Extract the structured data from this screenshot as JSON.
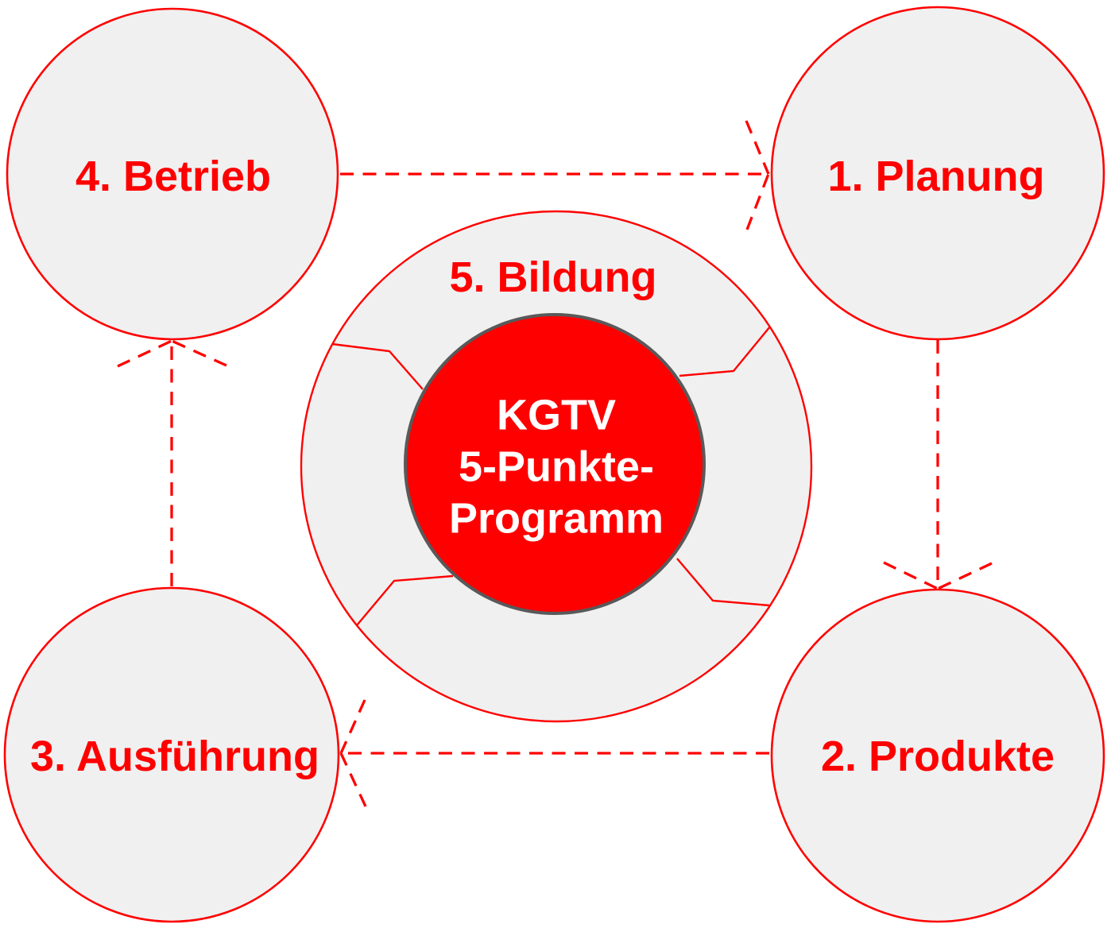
{
  "nodes": {
    "planung": {
      "label": "1. Planung"
    },
    "produkte": {
      "label": "2. Produkte"
    },
    "ausfuehrung": {
      "label": "3. Ausführung"
    },
    "betrieb": {
      "label": "4. Betrieb"
    },
    "bildung": {
      "label": "5. Bildung"
    }
  },
  "core": {
    "line1": "KGTV",
    "line2": "5-Punkte-",
    "line3": "Programm"
  },
  "colors": {
    "accent_red": "#ff0000",
    "node_fill": "#f0f0f0",
    "core_fill": "#fe0000",
    "core_border": "#595959",
    "background": "#ffffff",
    "core_text": "#ffffff"
  }
}
